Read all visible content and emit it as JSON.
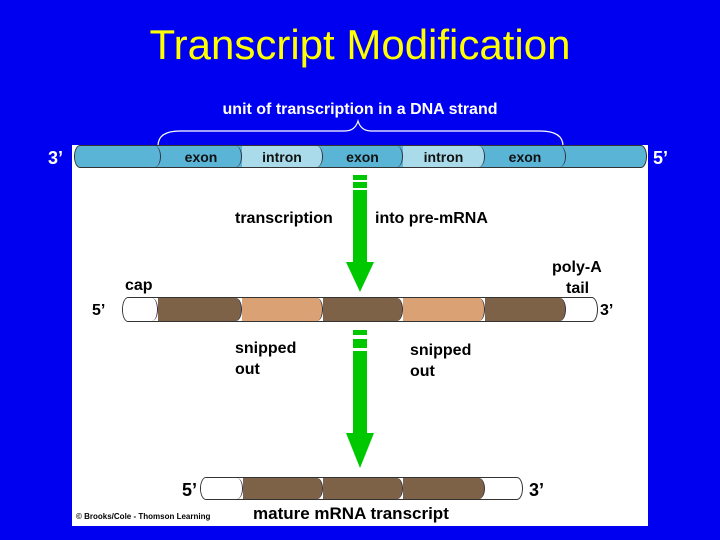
{
  "title": "Transcript Modification",
  "unit_label": "unit of transcription in a DNA strand",
  "dna": {
    "left_end": "3’",
    "right_end": "5’",
    "segments": [
      "exon",
      "intron",
      "exon",
      "intron",
      "exon"
    ]
  },
  "step1": {
    "left": "transcription",
    "right": "into pre-mRNA"
  },
  "pre_mrna": {
    "cap": "cap",
    "polya_line1": "poly-A",
    "polya_line2": "tail",
    "left_end": "5’",
    "right_end": "3’"
  },
  "snipped": {
    "line1": "snipped",
    "line2": "out"
  },
  "mature": {
    "left_end": "5’",
    "right_end": "3’",
    "label": "mature mRNA transcript"
  },
  "copyright": "© Brooks/Cole - Thomson Learning",
  "colors": {
    "background": "#0000f0",
    "title": "#ffff00",
    "arrow": "#00c800"
  }
}
